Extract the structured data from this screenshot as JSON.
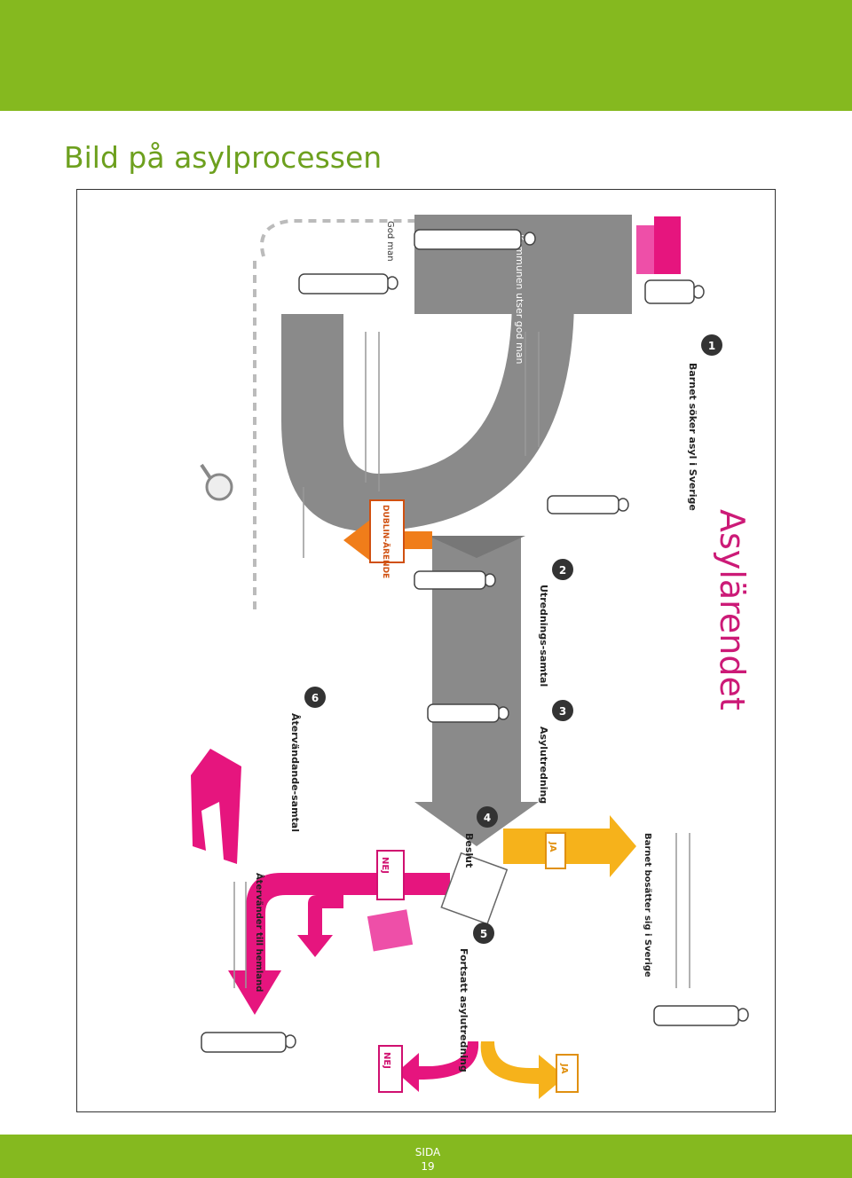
{
  "page": {
    "title": "Bild på asylprocessen",
    "footer_label": "SIDA",
    "page_number": "19"
  },
  "diagram": {
    "heading": "Asylärendet",
    "stages": [
      {
        "number": "1",
        "label": "Barnet söker asyl i Sverige"
      },
      {
        "number": "2",
        "label": "Utrednings-samtal"
      },
      {
        "number": "3",
        "label": "Asylutredning"
      },
      {
        "number": "4",
        "label": "Beslut"
      },
      {
        "number": "5",
        "label": "Fortsatt asylutredning"
      },
      {
        "number": "6",
        "label": "Återvändande-samtal"
      }
    ],
    "stamps": {
      "dublin": "DUBLIN-ÄRENDE",
      "yes": "JA",
      "no": "NEJ"
    },
    "notes": {
      "guardian_box": "Kommunen utser god man",
      "god_man": "God man",
      "stays": "Barnet bosätter sig i Sverige",
      "returns": "Återvänder till hemland"
    },
    "colors": {
      "header": "#85b91f",
      "title": "#6da01e",
      "gray": "#8a8a8a",
      "pink": "#e6157e",
      "orange": "#f07d1a",
      "yellow": "#f6b21b",
      "heading": "#cc1a77"
    }
  }
}
